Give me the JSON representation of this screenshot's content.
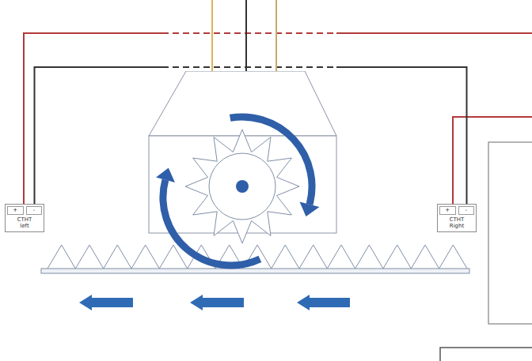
{
  "diagram": {
    "nodes": [
      {
        "text": [
          "+",
          "-",
          "CTHT left"
        ]
      },
      {
        "text": [
          "+",
          "-",
          "CTHT Right"
        ]
      }
    ],
    "edges": [
      {
        "from": 0,
        "to": 1,
        "arrow": "none"
      }
    ]
  }
}
